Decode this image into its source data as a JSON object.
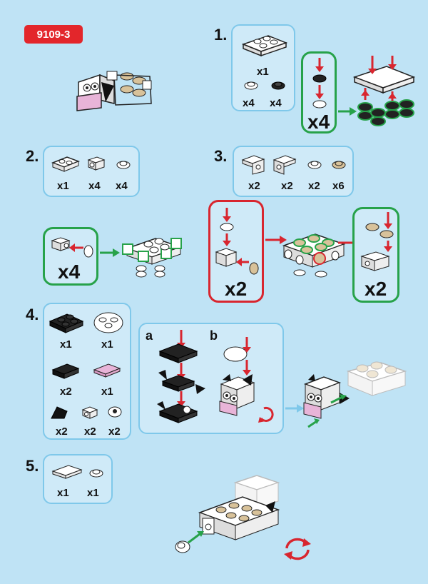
{
  "set_code": "9109-3",
  "steps": [
    {
      "number": "1.",
      "parts": [
        {
          "qty": "x1"
        },
        {
          "qty": "x4"
        },
        {
          "qty": "x4"
        }
      ],
      "sub_multiplier": "x4"
    },
    {
      "number": "2.",
      "parts": [
        {
          "qty": "x1"
        },
        {
          "qty": "x4"
        },
        {
          "qty": "x4"
        }
      ],
      "sub_multiplier": "x4"
    },
    {
      "number": "3.",
      "parts": [
        {
          "qty": "x2"
        },
        {
          "qty": "x2"
        },
        {
          "qty": "x2"
        },
        {
          "qty": "x6"
        }
      ],
      "sub_left_multiplier": "x2",
      "sub_right_multiplier": "x2"
    },
    {
      "number": "4.",
      "parts": [
        {
          "qty": "x1"
        },
        {
          "qty": "x1"
        },
        {
          "qty": "x2"
        },
        {
          "qty": "x1"
        },
        {
          "qty": "x2"
        },
        {
          "qty": "x2"
        },
        {
          "qty": "x2"
        }
      ],
      "sub_labels": [
        "a",
        "b"
      ]
    },
    {
      "number": "5.",
      "parts": [
        {
          "qty": "x1"
        },
        {
          "qty": "x1"
        }
      ]
    }
  ],
  "colors": {
    "background": "#bfe3f5",
    "badge": "#e3262b",
    "panel_border": "#7fc8ea",
    "green": "#27a24a",
    "red": "#d8262f",
    "tan": "#d8c29a",
    "pink": "#e8b4d8"
  }
}
